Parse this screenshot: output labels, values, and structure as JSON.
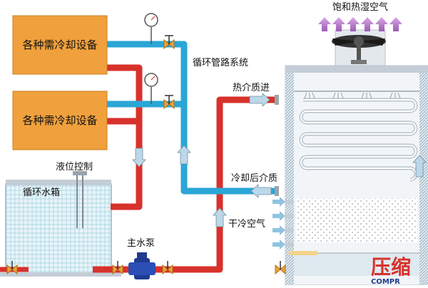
{
  "labels": {
    "equipment_1": "各种需冷却设备",
    "equipment_2": "各种需冷却设备",
    "piping_system": "循环管路系统",
    "saturated_air": "饱和热湿空气",
    "hot_medium_in": "热介质进",
    "cooled_medium": "冷却后介质",
    "dry_cold_air": "干冷空气",
    "level_control": "液位控制",
    "circulating_tank": "循环水箱",
    "main_pump": "主水泵",
    "watermark": "压缩",
    "watermark_sub": "COMPR"
  },
  "colors": {
    "equipment": "#f0a03c",
    "hot_pipe": "#d8312c",
    "cold_pipe": "#2aa6d6",
    "tower_wall": "#c4cdd6",
    "pump": "#1f3b8f",
    "fan": "#333333"
  },
  "icons": [
    "pressure-gauge-icon",
    "valve-icon",
    "fan-icon",
    "pump-icon",
    "flow-arrow-icon",
    "vapor-arrow-icon"
  ]
}
